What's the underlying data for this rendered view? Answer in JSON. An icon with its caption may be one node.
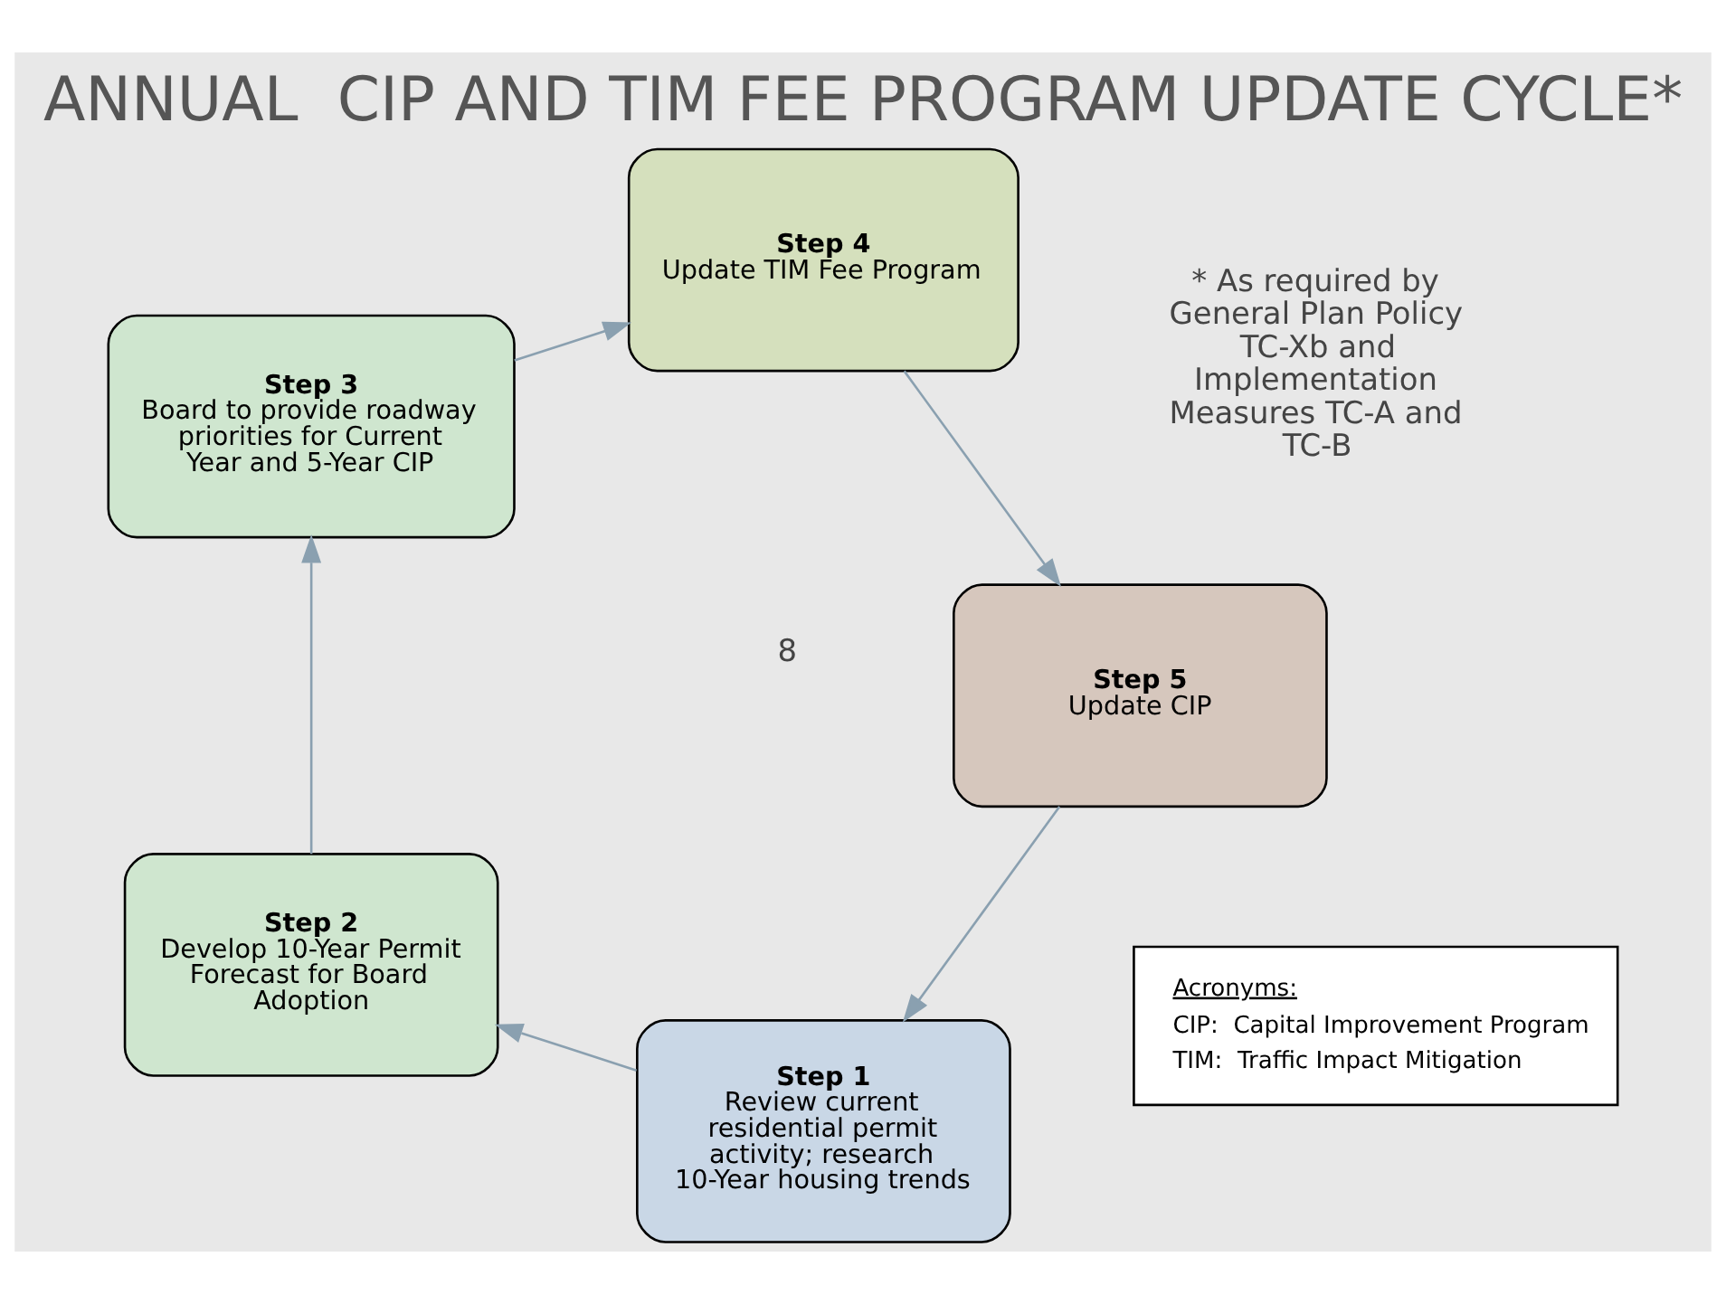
{
  "diagram": {
    "title": "ANNUAL  CIP AND TIM FEE PROGRAM UPDATE CYCLE*",
    "nodes": [
      {
        "text": [
          "Step 1",
          "Review current residential permit activity; research 10-Year housing trends"
        ]
      },
      {
        "text": [
          "Step 2",
          "Develop 10-Year Permit Forecast for Board Adoption"
        ]
      },
      {
        "text": [
          "Step 3",
          "Board to provide roadway priorities for Current Year and 5-Year CIP"
        ]
      },
      {
        "text": [
          "Step 4",
          "Update TIM Fee Program"
        ]
      },
      {
        "text": [
          "Step 5",
          "Update CIP"
        ]
      },
      {
        "text": [
          "Acronyms:",
          "CIP:  Capital Improvement Program",
          "TIM:  Traffic Impact Mitigation"
        ]
      }
    ],
    "edges": [
      {
        "from": 0,
        "to": 1,
        "arrow": "to"
      },
      {
        "from": 1,
        "to": 2,
        "arrow": "to"
      },
      {
        "from": 2,
        "to": 3,
        "arrow": "to"
      },
      {
        "from": 3,
        "to": 4,
        "arrow": "to"
      },
      {
        "from": 4,
        "to": 0,
        "arrow": "to"
      }
    ],
    "labels": [
      "* As required by General Plan Policy TC-Xb and Implementation Measures TC-A and TC-B",
      "8"
    ]
  }
}
